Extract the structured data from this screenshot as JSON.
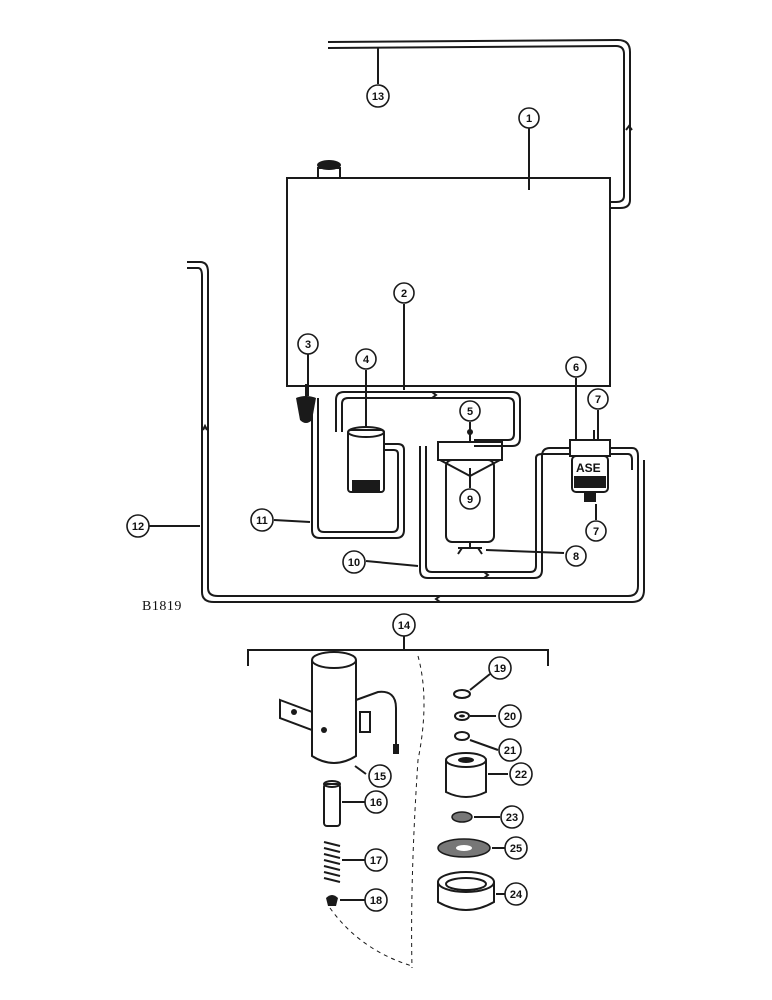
{
  "figure_label": "B1819",
  "filter_brand": "ASE",
  "callouts": {
    "c1": "1",
    "c2": "2",
    "c3": "3",
    "c4": "4",
    "c5": "5",
    "c6": "6",
    "c7a": "7",
    "c7b": "7",
    "c8": "8",
    "c9": "9",
    "c10": "10",
    "c11": "11",
    "c12": "12",
    "c13": "13",
    "c14": "14",
    "c15": "15",
    "c16": "16",
    "c17": "17",
    "c18": "18",
    "c19": "19",
    "c20": "20",
    "c21": "21",
    "c22": "22",
    "c23": "23",
    "c24": "24",
    "c25": "25"
  }
}
